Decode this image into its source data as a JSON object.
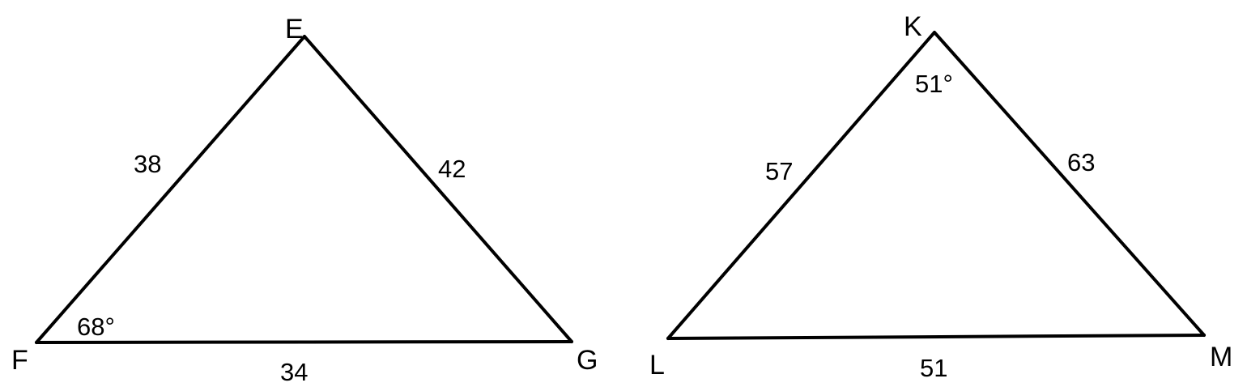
{
  "diagram": {
    "line_color": "#000000",
    "background": "#ffffff",
    "triangles": [
      {
        "vertices": {
          "top": "E",
          "left": "F",
          "right": "G"
        },
        "sides": {
          "left": "38",
          "right": "42",
          "bottom": "34"
        },
        "angle": {
          "vertex": "F",
          "label": "68°"
        }
      },
      {
        "vertices": {
          "top": "K",
          "left": "L",
          "right": "M"
        },
        "sides": {
          "left": "57",
          "right": "63",
          "bottom": "51"
        },
        "angle": {
          "vertex": "K",
          "label": "51°"
        }
      }
    ]
  }
}
